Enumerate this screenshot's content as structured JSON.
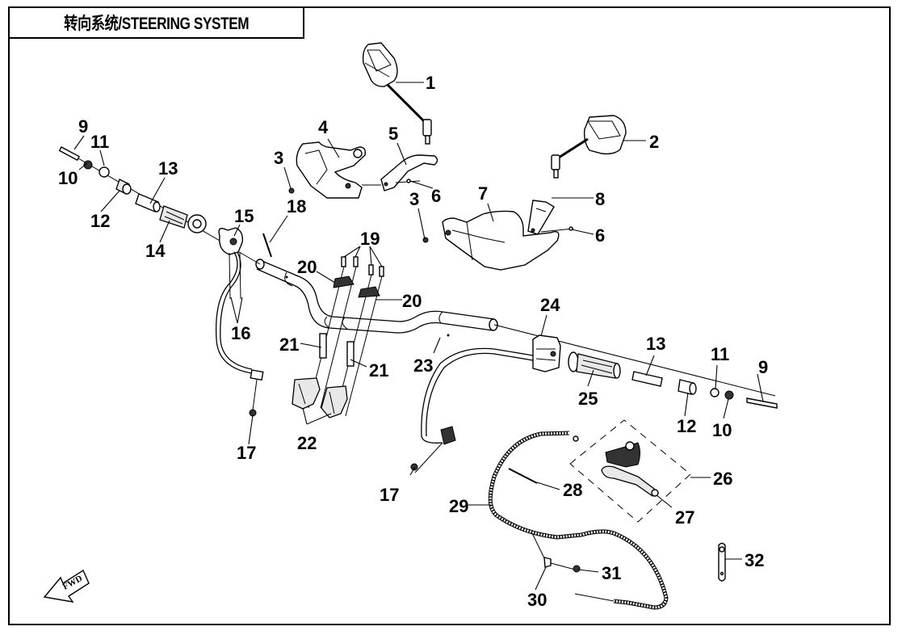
{
  "title": "转向系统/STEERING SYSTEM",
  "fwd_badge": "FWD",
  "callouts": {
    "c1": "1",
    "c2": "2",
    "c3a": "3",
    "c3b": "3",
    "c4": "4",
    "c5": "5",
    "c6a": "6",
    "c6b": "6",
    "c7": "7",
    "c8": "8",
    "c9a": "9",
    "c9b": "9",
    "c10a": "10",
    "c10b": "10",
    "c11a": "11",
    "c11b": "11",
    "c12a": "12",
    "c12b": "12",
    "c13a": "13",
    "c13b": "13",
    "c14": "14",
    "c15": "15",
    "c16": "16",
    "c17a": "17",
    "c17b": "17",
    "c18": "18",
    "c19": "19",
    "c20a": "20",
    "c20b": "20",
    "c21a": "21",
    "c21b": "21",
    "c22": "22",
    "c23": "23",
    "c24": "24",
    "c25": "25",
    "c26": "26",
    "c27": "27",
    "c28": "28",
    "c29": "29",
    "c30": "30",
    "c31": "31",
    "c32": "32"
  }
}
